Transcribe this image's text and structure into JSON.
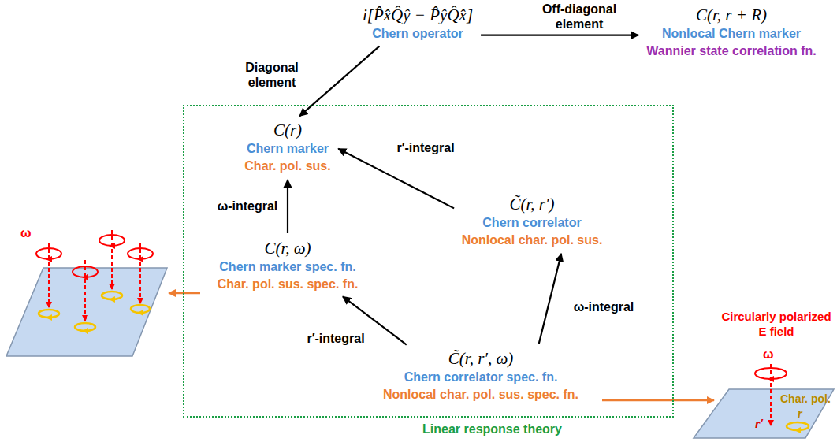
{
  "diagram": {
    "nodes": [
      {
        "text": [
          "i[P̂x̂Q̂ŷ − P̂ŷQ̂x̂]",
          "Chern operator"
        ]
      },
      {
        "text": [
          "C(r, r + R)",
          "Nonlocal Chern marker",
          "Wannier state correlation fn."
        ]
      },
      {
        "text": [
          "Linear response theory"
        ]
      },
      {
        "text": [
          "C(r)",
          "Chern marker",
          "Char. pol. sus."
        ],
        "in": 2
      },
      {
        "text": [
          "C̃(r, r′)",
          "Chern correlator",
          "Nonlocal char. pol. sus."
        ],
        "in": 2
      },
      {
        "text": [
          "C(r, ω)",
          "Chern marker spec. fn.",
          "Char. pol. sus. spec. fn."
        ],
        "in": 2
      },
      {
        "text": [
          "C̃(r, r′, ω)",
          "Chern correlator spec. fn.",
          "Nonlocal char. pol. sus. spec. fn."
        ],
        "in": 2
      }
    ],
    "edges": [
      {
        "from": 0,
        "to": 1,
        "arrow": "to",
        "label": "Off-diagonal element"
      },
      {
        "from": 0,
        "to": 3,
        "arrow": "to",
        "label": "Diagonal element"
      },
      {
        "from": 4,
        "to": 3,
        "arrow": "to",
        "label": "r′-integral"
      },
      {
        "from": 5,
        "to": 3,
        "arrow": "to",
        "label": "ω-integral"
      },
      {
        "from": 6,
        "to": 5,
        "arrow": "to",
        "label": "r′-integral"
      },
      {
        "from": 6,
        "to": 4,
        "arrow": "to",
        "label": "ω-integral"
      }
    ],
    "labels": [
      "ω",
      "Circularly polarized E field",
      "ω",
      "r′",
      "Char. pol.",
      "r"
    ]
  }
}
